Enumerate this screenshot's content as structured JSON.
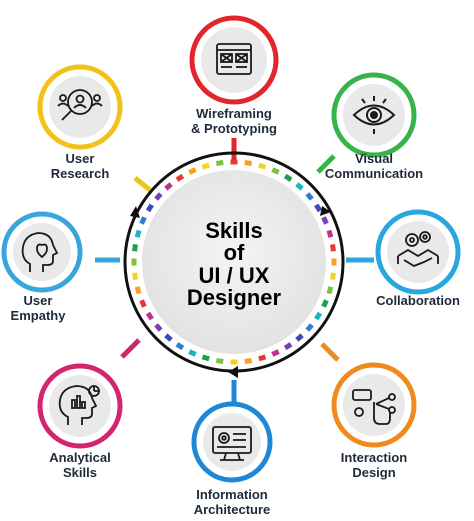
{
  "center": {
    "lines": [
      "Skills",
      "of",
      "UI / UX",
      "Designer"
    ]
  },
  "ring_colors": [
    "#e53935",
    "#f7a21b",
    "#f4d21f",
    "#7cc242",
    "#1aa34a",
    "#19b5c0",
    "#2f7fd1",
    "#3b4cb8",
    "#7b3fb5",
    "#c2308f"
  ],
  "nodes": [
    {
      "id": "wireframing",
      "lines": [
        "Wireframing",
        "& Prototyping"
      ],
      "color": "#e2252b",
      "icon": "wireframe-icon"
    },
    {
      "id": "visual",
      "lines": [
        "Visual",
        "Communication"
      ],
      "color": "#37b34a",
      "icon": "eye-icon"
    },
    {
      "id": "collaboration",
      "lines": [
        "Collaboration"
      ],
      "color": "#2aa6df",
      "icon": "handshake-gears-icon"
    },
    {
      "id": "interaction",
      "lines": [
        "Interaction",
        "Design"
      ],
      "color": "#f08a1c",
      "icon": "touch-interaction-icon"
    },
    {
      "id": "ia",
      "lines": [
        "Information",
        "Architecture"
      ],
      "color": "#1e88d6",
      "icon": "monitor-gear-icon"
    },
    {
      "id": "analytical",
      "lines": [
        "Analytical",
        "Skills"
      ],
      "color": "#d4246d",
      "icon": "head-chart-icon"
    },
    {
      "id": "empathy",
      "lines": [
        "User",
        "Empathy"
      ],
      "color": "#38a6dc",
      "icon": "head-heart-icon"
    },
    {
      "id": "research",
      "lines": [
        "User",
        "Research"
      ],
      "color": "#f3c21a",
      "icon": "magnifier-users-icon"
    }
  ]
}
